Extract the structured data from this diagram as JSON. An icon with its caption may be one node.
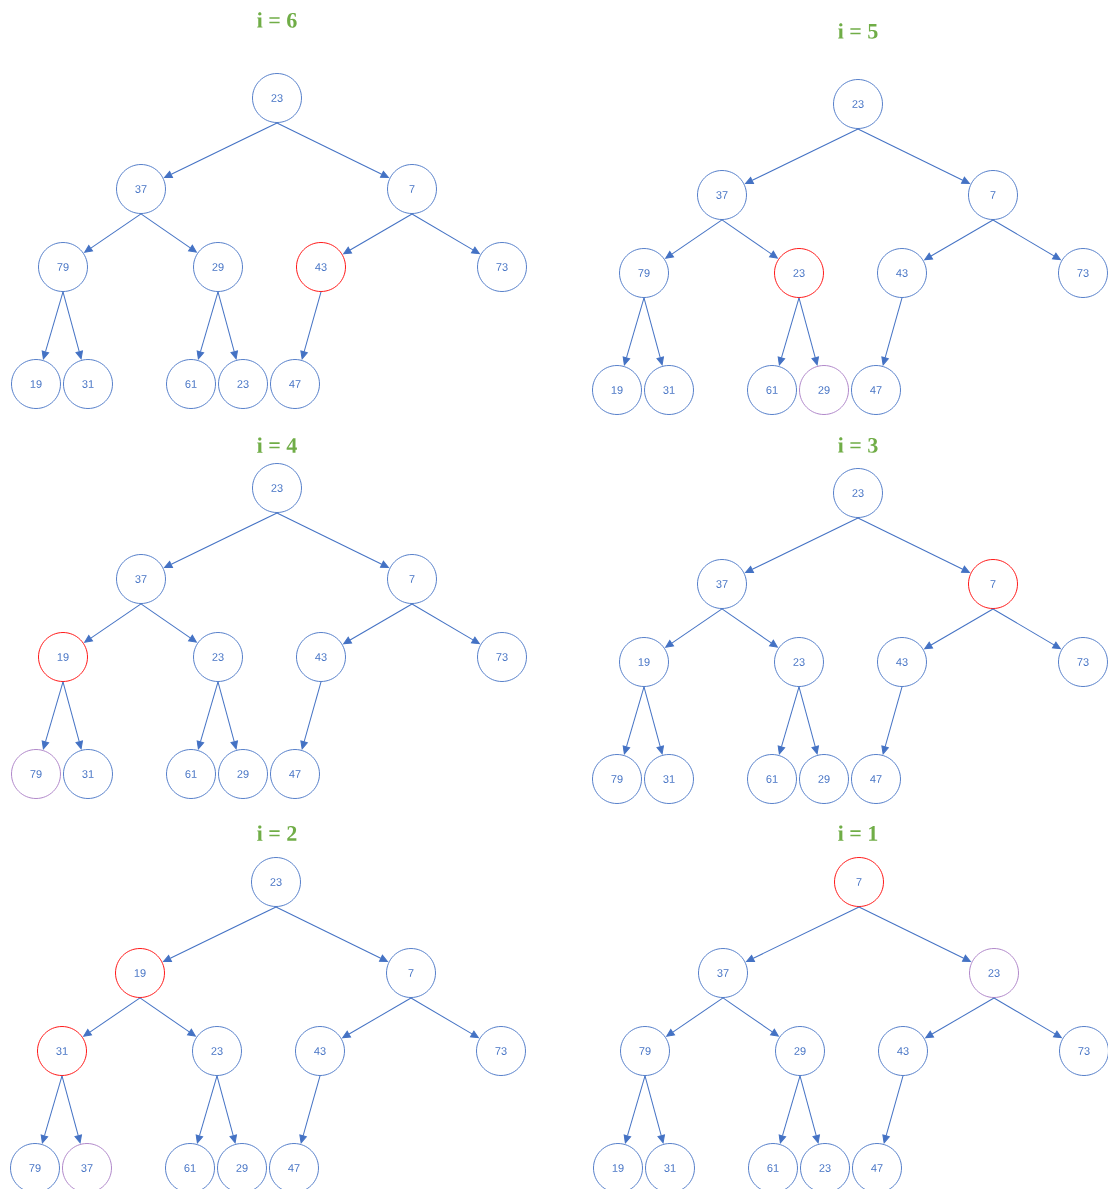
{
  "diagram": {
    "nodes": [
      {
        "text": [
          "23"
        ]
      },
      {
        "text": [
          "37"
        ]
      },
      {
        "text": [
          "7"
        ]
      },
      {
        "text": [
          "79"
        ]
      },
      {
        "text": [
          "29"
        ]
      },
      {
        "text": [
          "43"
        ]
      },
      {
        "text": [
          "73"
        ]
      },
      {
        "text": [
          "19"
        ]
      },
      {
        "text": [
          "31"
        ]
      },
      {
        "text": [
          "61"
        ]
      },
      {
        "text": [
          "23"
        ]
      },
      {
        "text": [
          "47"
        ]
      },
      {
        "text": [
          "23"
        ]
      },
      {
        "text": [
          "37"
        ]
      },
      {
        "text": [
          "7"
        ]
      },
      {
        "text": [
          "79"
        ]
      },
      {
        "text": [
          "23"
        ]
      },
      {
        "text": [
          "43"
        ]
      },
      {
        "text": [
          "73"
        ]
      },
      {
        "text": [
          "19"
        ]
      },
      {
        "text": [
          "31"
        ]
      },
      {
        "text": [
          "61"
        ]
      },
      {
        "text": [
          "29"
        ]
      },
      {
        "text": [
          "47"
        ]
      },
      {
        "text": [
          "23"
        ]
      },
      {
        "text": [
          "37"
        ]
      },
      {
        "text": [
          "7"
        ]
      },
      {
        "text": [
          "19"
        ]
      },
      {
        "text": [
          "23"
        ]
      },
      {
        "text": [
          "43"
        ]
      },
      {
        "text": [
          "73"
        ]
      },
      {
        "text": [
          "79"
        ]
      },
      {
        "text": [
          "31"
        ]
      },
      {
        "text": [
          "61"
        ]
      },
      {
        "text": [
          "29"
        ]
      },
      {
        "text": [
          "47"
        ]
      },
      {
        "text": [
          "23"
        ]
      },
      {
        "text": [
          "37"
        ]
      },
      {
        "text": [
          "7"
        ]
      },
      {
        "text": [
          "19"
        ]
      },
      {
        "text": [
          "23"
        ]
      },
      {
        "text": [
          "43"
        ]
      },
      {
        "text": [
          "73"
        ]
      },
      {
        "text": [
          "79"
        ]
      },
      {
        "text": [
          "31"
        ]
      },
      {
        "text": [
          "61"
        ]
      },
      {
        "text": [
          "29"
        ]
      },
      {
        "text": [
          "47"
        ]
      },
      {
        "text": [
          "23"
        ]
      },
      {
        "text": [
          "19"
        ]
      },
      {
        "text": [
          "7"
        ]
      },
      {
        "text": [
          "31"
        ]
      },
      {
        "text": [
          "23"
        ]
      },
      {
        "text": [
          "43"
        ]
      },
      {
        "text": [
          "73"
        ]
      },
      {
        "text": [
          "79"
        ]
      },
      {
        "text": [
          "37"
        ]
      },
      {
        "text": [
          "61"
        ]
      },
      {
        "text": [
          "29"
        ]
      },
      {
        "text": [
          "47"
        ]
      },
      {
        "text": [
          "7"
        ]
      },
      {
        "text": [
          "37"
        ]
      },
      {
        "text": [
          "23"
        ]
      },
      {
        "text": [
          "79"
        ]
      },
      {
        "text": [
          "29"
        ]
      },
      {
        "text": [
          "43"
        ]
      },
      {
        "text": [
          "73"
        ]
      },
      {
        "text": [
          "19"
        ]
      },
      {
        "text": [
          "31"
        ]
      },
      {
        "text": [
          "61"
        ]
      },
      {
        "text": [
          "23"
        ]
      },
      {
        "text": [
          "47"
        ]
      }
    ],
    "edges": [
      {
        "from": 0,
        "to": 1,
        "arrow": "to"
      },
      {
        "from": 0,
        "to": 2,
        "arrow": "to"
      },
      {
        "from": 1,
        "to": 3,
        "arrow": "to"
      },
      {
        "from": 1,
        "to": 4,
        "arrow": "to"
      },
      {
        "from": 2,
        "to": 5,
        "arrow": "to"
      },
      {
        "from": 2,
        "to": 6,
        "arrow": "to"
      },
      {
        "from": 3,
        "to": 7,
        "arrow": "to"
      },
      {
        "from": 3,
        "to": 8,
        "arrow": "to"
      },
      {
        "from": 4,
        "to": 9,
        "arrow": "to"
      },
      {
        "from": 4,
        "to": 10,
        "arrow": "to"
      },
      {
        "from": 5,
        "to": 11,
        "arrow": "to"
      },
      {
        "from": 12,
        "to": 13,
        "arrow": "to"
      },
      {
        "from": 12,
        "to": 14,
        "arrow": "to"
      },
      {
        "from": 13,
        "to": 15,
        "arrow": "to"
      },
      {
        "from": 13,
        "to": 16,
        "arrow": "to"
      },
      {
        "from": 14,
        "to": 17,
        "arrow": "to"
      },
      {
        "from": 14,
        "to": 18,
        "arrow": "to"
      },
      {
        "from": 15,
        "to": 19,
        "arrow": "to"
      },
      {
        "from": 15,
        "to": 20,
        "arrow": "to"
      },
      {
        "from": 16,
        "to": 21,
        "arrow": "to"
      },
      {
        "from": 16,
        "to": 22,
        "arrow": "to"
      },
      {
        "from": 17,
        "to": 23,
        "arrow": "to"
      },
      {
        "from": 24,
        "to": 25,
        "arrow": "to"
      },
      {
        "from": 24,
        "to": 26,
        "arrow": "to"
      },
      {
        "from": 25,
        "to": 27,
        "arrow": "to"
      },
      {
        "from": 25,
        "to": 28,
        "arrow": "to"
      },
      {
        "from": 26,
        "to": 29,
        "arrow": "to"
      },
      {
        "from": 26,
        "to": 30,
        "arrow": "to"
      },
      {
        "from": 27,
        "to": 31,
        "arrow": "to"
      },
      {
        "from": 27,
        "to": 32,
        "arrow": "to"
      },
      {
        "from": 28,
        "to": 33,
        "arrow": "to"
      },
      {
        "from": 28,
        "to": 34,
        "arrow": "to"
      },
      {
        "from": 29,
        "to": 35,
        "arrow": "to"
      },
      {
        "from": 36,
        "to": 37,
        "arrow": "to"
      },
      {
        "from": 36,
        "to": 38,
        "arrow": "to"
      },
      {
        "from": 37,
        "to": 39,
        "arrow": "to"
      },
      {
        "from": 37,
        "to": 40,
        "arrow": "to"
      },
      {
        "from": 38,
        "to": 41,
        "arrow": "to"
      },
      {
        "from": 38,
        "to": 42,
        "arrow": "to"
      },
      {
        "from": 39,
        "to": 43,
        "arrow": "to"
      },
      {
        "from": 39,
        "to": 44,
        "arrow": "to"
      },
      {
        "from": 40,
        "to": 45,
        "arrow": "to"
      },
      {
        "from": 40,
        "to": 46,
        "arrow": "to"
      },
      {
        "from": 41,
        "to": 47,
        "arrow": "to"
      },
      {
        "from": 48,
        "to": 49,
        "arrow": "to"
      },
      {
        "from": 48,
        "to": 50,
        "arrow": "to"
      },
      {
        "from": 49,
        "to": 51,
        "arrow": "to"
      },
      {
        "from": 49,
        "to": 52,
        "arrow": "to"
      },
      {
        "from": 50,
        "to": 53,
        "arrow": "to"
      },
      {
        "from": 50,
        "to": 54,
        "arrow": "to"
      },
      {
        "from": 51,
        "to": 55,
        "arrow": "to"
      },
      {
        "from": 51,
        "to": 56,
        "arrow": "to"
      },
      {
        "from": 52,
        "to": 57,
        "arrow": "to"
      },
      {
        "from": 52,
        "to": 58,
        "arrow": "to"
      },
      {
        "from": 53,
        "to": 59,
        "arrow": "to"
      },
      {
        "from": 60,
        "to": 61,
        "arrow": "to"
      },
      {
        "from": 60,
        "to": 62,
        "arrow": "to"
      },
      {
        "from": 61,
        "to": 63,
        "arrow": "to"
      },
      {
        "from": 61,
        "to": 64,
        "arrow": "to"
      },
      {
        "from": 62,
        "to": 65,
        "arrow": "to"
      },
      {
        "from": 62,
        "to": 66,
        "arrow": "to"
      },
      {
        "from": 63,
        "to": 67,
        "arrow": "to"
      },
      {
        "from": 63,
        "to": 68,
        "arrow": "to"
      },
      {
        "from": 64,
        "to": 69,
        "arrow": "to"
      },
      {
        "from": 64,
        "to": 70,
        "arrow": "to"
      },
      {
        "from": 65,
        "to": 71,
        "arrow": "to"
      }
    ],
    "labels": [
      "i = 6",
      "i = 5",
      "i = 4",
      "i = 3",
      "i = 2",
      "i = 1"
    ]
  }
}
